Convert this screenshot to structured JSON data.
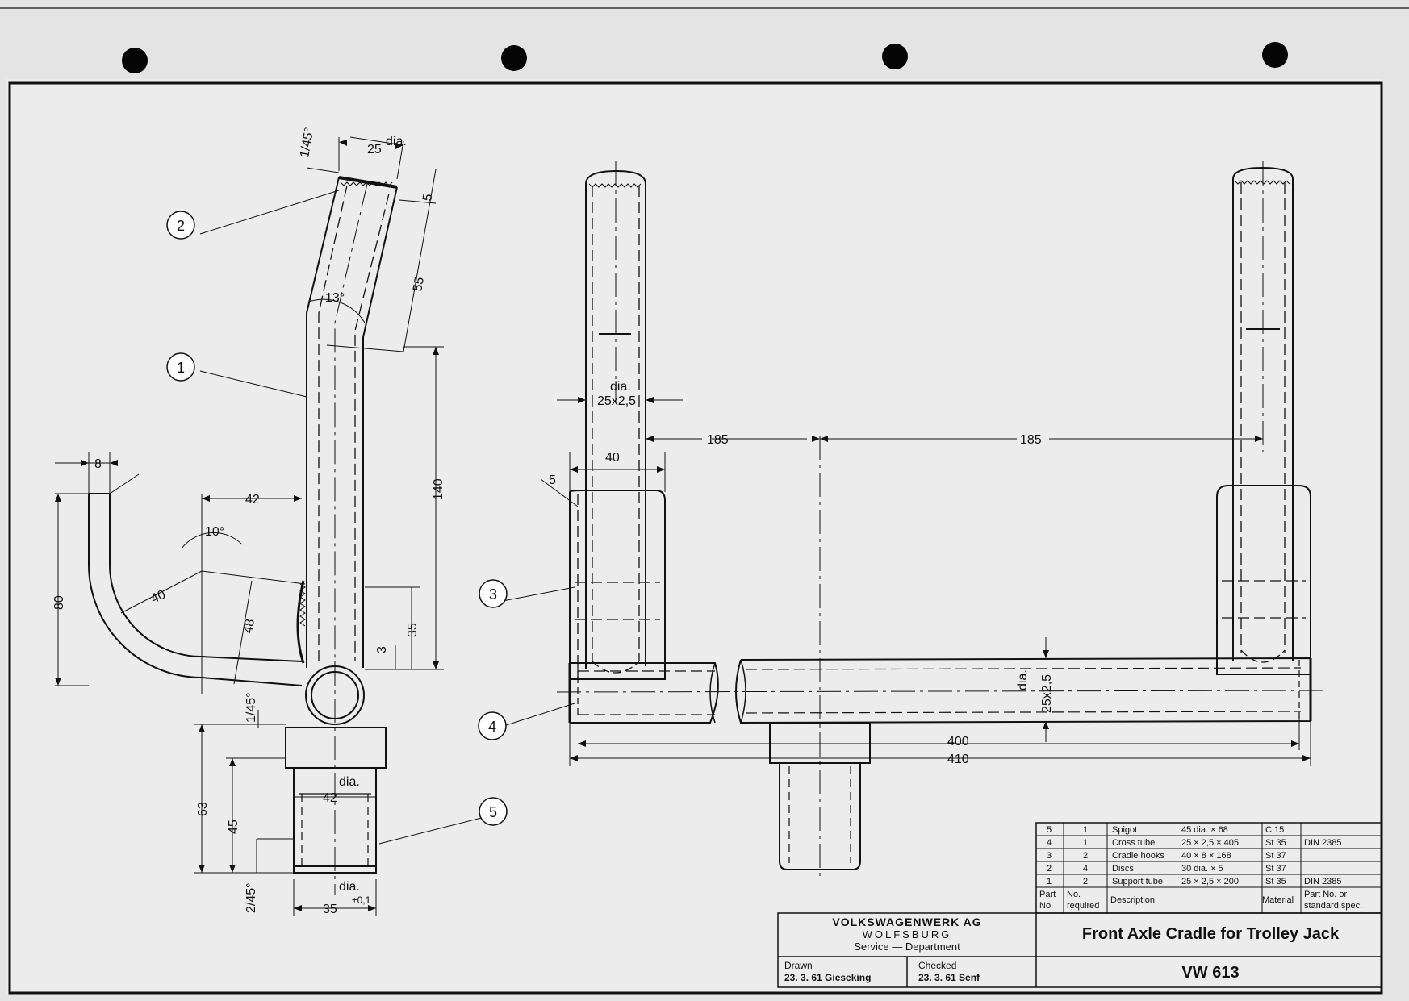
{
  "dimensions": {
    "chamfer_top": "1/45°",
    "top_dia_value": "25",
    "top_dia_unit": "dia.",
    "top_len_5": "5",
    "bend_len_55": "55",
    "bend_angle": "13°",
    "hook_width_8": "8",
    "hook_42": "42",
    "hook_angle_10": "10°",
    "hook_radius_40": "40",
    "hook_height_80": "80",
    "hook_48": "48",
    "chamfer_hook": "1/45°",
    "tube_len_140": "140",
    "tube_35": "35",
    "tube_3": "3",
    "spigot_63": "63",
    "spigot_45": "45",
    "spigot_dia_42": "42",
    "spigot_dia_label": "dia.",
    "chamfer_spigot": "2/45°",
    "spigot_dia_35": "35",
    "spigot_tol": "±0,1",
    "spigot_dia_label2": "dia.",
    "front_dia_label": "dia.",
    "front_dia_value": "25x2,5",
    "front_40": "40",
    "front_5": "5",
    "span_185_left": "185",
    "span_185_right": "185",
    "cross_dia_label": "dia.",
    "cross_dia_value": "25x2,5",
    "len_400": "400",
    "len_410": "410"
  },
  "callouts": [
    "1",
    "2",
    "3",
    "4",
    "5"
  ],
  "parts_list": {
    "rows": [
      {
        "part": "5",
        "qty": "1",
        "desc": "Spigot",
        "size": "45 dia. × 68",
        "material": "C 15",
        "spec": ""
      },
      {
        "part": "4",
        "qty": "1",
        "desc": "Cross tube",
        "size": "25 × 2,5 × 405",
        "material": "St 35",
        "spec": "DIN 2385"
      },
      {
        "part": "3",
        "qty": "2",
        "desc": "Cradle hooks",
        "size": "40 × 8 × 168",
        "material": "St 37",
        "spec": ""
      },
      {
        "part": "2",
        "qty": "4",
        "desc": "Discs",
        "size": "30 dia. × 5",
        "material": "St 37",
        "spec": ""
      },
      {
        "part": "1",
        "qty": "2",
        "desc": "Support tube",
        "size": "25 × 2,5 × 200",
        "material": "St 35",
        "spec": "DIN 2385"
      }
    ],
    "header": {
      "part_l1": "Part",
      "part_l2": "No.",
      "qty_l1": "No.",
      "qty_l2": "required",
      "desc": "Description",
      "material": "Material",
      "spec_l1": "Part No. or",
      "spec_l2": "standard spec."
    }
  },
  "title_block": {
    "company": "VOLKSWAGENWERK AG",
    "city": "WOLFSBURG",
    "dept": "Service — Department",
    "drawn_label": "Drawn",
    "drawn_value": "23. 3. 61 Gieseking",
    "checked_label": "Checked",
    "checked_value": "23. 3. 61 Senf",
    "title": "Front Axle Cradle for Trolley Jack",
    "number": "VW 613"
  }
}
